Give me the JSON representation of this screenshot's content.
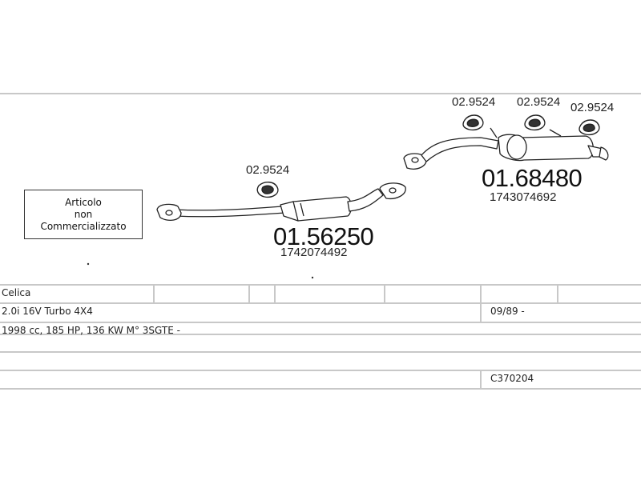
{
  "parts": {
    "front_pipe": {
      "number": "01.56250",
      "oe_number": "1742074492",
      "clamp": "02.9524"
    },
    "rear_silencer": {
      "number": "01.68480",
      "oe_number": "1743074692"
    },
    "clamps_top": [
      "02.9524",
      "02.9524",
      "02.9524"
    ]
  },
  "notice": {
    "line1": "Articolo",
    "line2": "non",
    "line3": "Commercializzato"
  },
  "vehicle": {
    "model": "Celica",
    "engine": "2.0i 16V Turbo 4X4",
    "date": "09/89 -",
    "specs": "1998 cc, 185 HP, 136 KW M° 3SGTE -",
    "code": "C370204"
  }
}
